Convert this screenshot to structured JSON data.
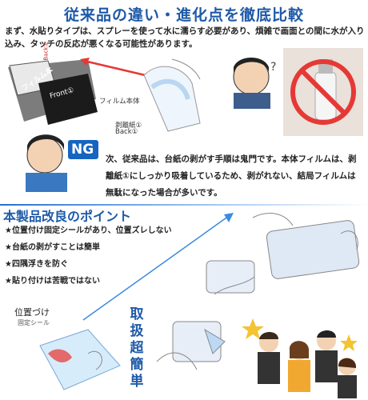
{
  "title": "従来品の違い・進化点を徹底比較",
  "intro_text": "まず、水貼りタイプは、スプレーを使って水に濡らす必要があり、煩雑で画面との間に水が入り込み、タッチの反応が悪くなる可能性があります。",
  "diagram": {
    "film_label": "フィルム本",
    "front_label": "Front①",
    "back_label_top": "Back①",
    "film_body_label": "フィルム本体",
    "release_paper_label": "剥離紙①",
    "back_label": "Back①"
  },
  "ng_badge": "NG",
  "second_text": "次、従来品は、台紙の剥がす手順は鬼門です。本体フィルムは、剥離紙①にしっかり吸着しているため、剥がれない、結局フィルムは無駄になった場合が多いです。",
  "section_title": "本製品改良のポイント",
  "points": [
    "★位置付け固定シールがあり、位置ズレしない",
    "★台紙の剥がすことは簡単",
    "★四隅浮きを防ぐ",
    "★貼り付けは苦戦ではない"
  ],
  "position_label": "位置づけ",
  "position_sublabel": "固定シール",
  "vertical_text": [
    "取",
    "扱",
    "超",
    "簡",
    "単"
  ],
  "colors": {
    "accent": "#1f5aa8",
    "ng": "#1565c0",
    "danger": "#e53935"
  }
}
